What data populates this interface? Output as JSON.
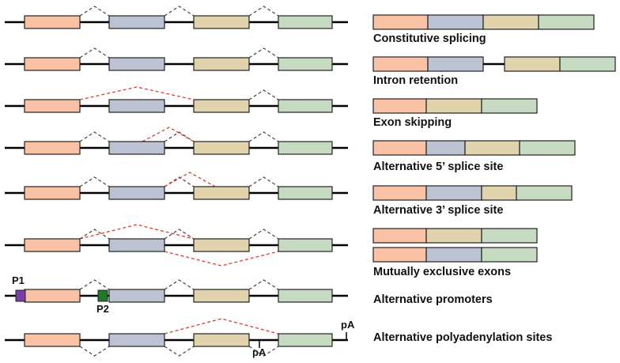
{
  "colors": {
    "exon1": "#f9c2a5",
    "exon2": "#bcc3d3",
    "exon3": "#e1d3ac",
    "exon4": "#c6dbc2",
    "alt_splice_line": "#e03a2e",
    "constitutive_line": "#444444",
    "promoter1": "#7a3fa6",
    "promoter2": "#1f7a2a"
  },
  "rows": [
    {
      "label": "Constitutive splicing"
    },
    {
      "label": "Intron retention"
    },
    {
      "label": "Exon skipping"
    },
    {
      "label": "Alternative 5’ splice site"
    },
    {
      "label": "Alternative 3’ splice site"
    },
    {
      "label": "Mutually exclusive exons"
    },
    {
      "label": "Alternative promoters"
    },
    {
      "label": "Alternative polyadenylation sites"
    }
  ],
  "markers": {
    "p1": "P1",
    "p2": "P2",
    "pa1": "pA",
    "pa2": "pA"
  }
}
